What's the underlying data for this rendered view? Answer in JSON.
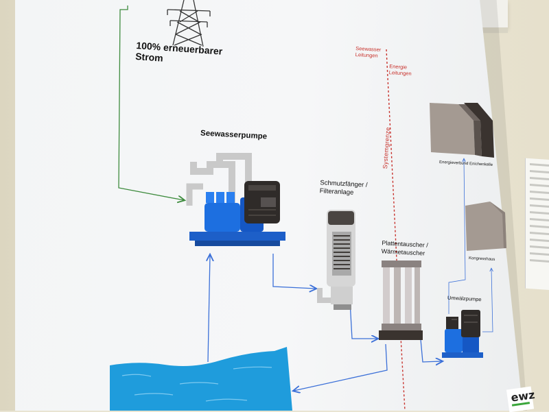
{
  "diagram": {
    "strom_label": "100% erneuerbarer\nStrom",
    "pump_label": "Seewasserpumpe",
    "filter_label": "Schmutzfänger /\nFilteranlage",
    "exchanger_label": "Plattentauscher /\nWärmetauscher",
    "circulation_pump_label": "Umwälzpumpe",
    "energieverbund_label": "Energieverbund Enichenkelle",
    "kongresshaus_label": "Kongresshaus",
    "seawater_lines_label": "Seewasser\nLeitungen",
    "energy_lines_label": "Energie\nLeitungen",
    "system_boundary_label": "Systemgrenze"
  },
  "logo": {
    "text": "ewz"
  },
  "colors": {
    "electric_line": "#3d8b3d",
    "water_line": "#3a6fd8",
    "boundary": "#c8322c",
    "water": "#1f9cdc",
    "pump_blue": "#1d6fe0",
    "building": "#a49a92",
    "building_dark": "#3a332f"
  }
}
